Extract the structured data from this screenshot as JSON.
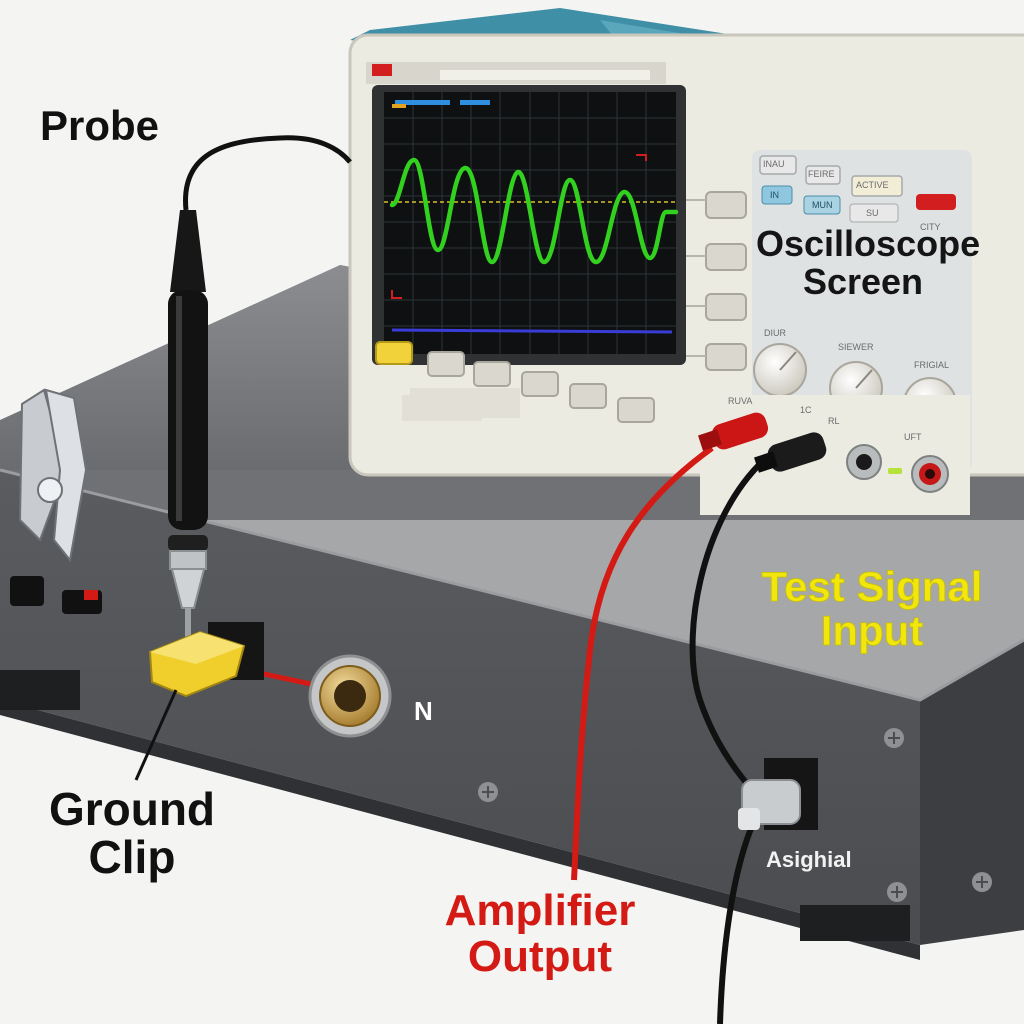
{
  "labels": {
    "probe": "Probe",
    "oscilloscope_screen": [
      "Oscilloscope",
      "Screen"
    ],
    "test_signal_input": [
      "Test Signal",
      "Input"
    ],
    "ground_clip": [
      "Ground",
      "Clip"
    ],
    "amplifier_output": [
      "Amplifier",
      "Output"
    ],
    "jack_mark": "N",
    "signal_port": "Asighial"
  },
  "panel_text": {
    "buttons_row1": [
      "INAU",
      "FEIRE",
      "ACTIVE"
    ],
    "buttons_row2": [
      "IN",
      "MUN",
      "SU"
    ],
    "right_tag": "CITY",
    "knob_labels": [
      "DIUR",
      "SIEWER",
      "FRIGIAL"
    ],
    "knob_sub_labels": [
      "1C",
      "RL",
      "UFT"
    ],
    "jack_label": "RUVA"
  },
  "colors": {
    "trace": "#33d11f",
    "probe_body": "#121212",
    "ground_clip": "#f0cf2c",
    "amplifier_cable": "#d41a14",
    "test_label": "#f2e70c",
    "case": "#ecebe1",
    "case_top": "#3f8fa6",
    "amplifier_case": "#5f6164"
  }
}
